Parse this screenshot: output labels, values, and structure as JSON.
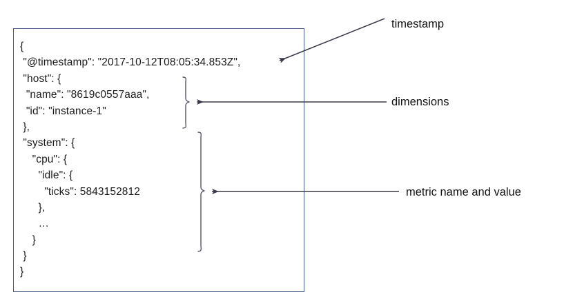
{
  "figure": {
    "type": "annotated-json-document-diagram",
    "background_color": "#ffffff",
    "box_border_color": "#44588c",
    "text_color": "#1b1b1b",
    "annotation_color": "#3a3a4a"
  },
  "document": {
    "name": "metric-event-json",
    "lines": [
      "{",
      " \"@timestamp\": \"2017-10-12T08:05:34.853Z\",",
      " \"host\": {",
      "  \"name\": \"8619c0557aaa\",",
      "  \"id\": \"instance-1\"",
      " },",
      " \"system\": {",
      "    \"cpu\": {",
      "      \"idle\": {",
      "        \"ticks\": 5843152812",
      "      },",
      "      …",
      "    }",
      " }",
      "}"
    ],
    "fields": {
      "timestamp_key": "@timestamp",
      "timestamp_value": "2017-10-12T08:05:34.853Z",
      "host_key": "host",
      "host_name_key": "name",
      "host_name_value": "8619c0557aaa",
      "host_id_key": "id",
      "host_id_value": "instance-1",
      "system_key": "system",
      "cpu_key": "cpu",
      "idle_key": "idle",
      "ticks_key": "ticks",
      "ticks_value": "5843152812",
      "ellipsis": "…"
    }
  },
  "callouts": [
    {
      "id": "timestamp",
      "label": "timestamp",
      "connector": "arrow",
      "points_to": "timestamp-line"
    },
    {
      "id": "dimensions",
      "label": "dimensions",
      "connector": "brace-and-arrow",
      "points_to": "host-block"
    },
    {
      "id": "metric",
      "label": "metric name and value",
      "connector": "brace-and-arrow",
      "points_to": "system-block"
    }
  ]
}
